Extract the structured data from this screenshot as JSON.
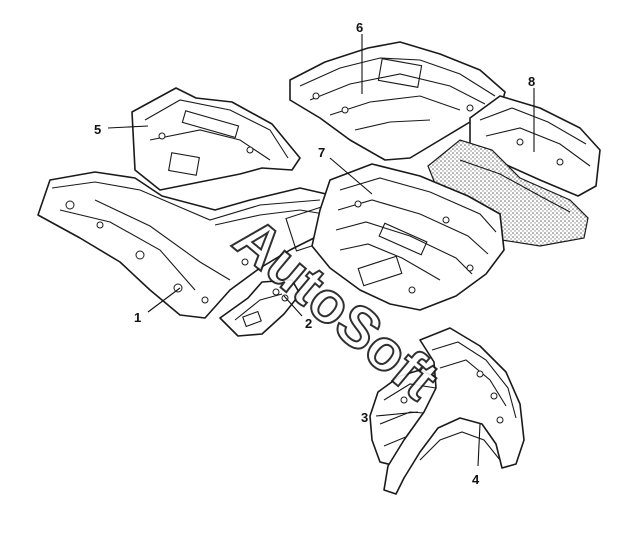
{
  "callouts": [
    {
      "id": "1",
      "label": "1"
    },
    {
      "id": "2",
      "label": "2"
    },
    {
      "id": "3",
      "label": "3"
    },
    {
      "id": "4",
      "label": "4"
    },
    {
      "id": "5",
      "label": "5"
    },
    {
      "id": "6",
      "label": "6"
    },
    {
      "id": "7",
      "label": "7"
    },
    {
      "id": "8",
      "label": "8"
    }
  ],
  "watermark": {
    "text": "AutoSoft"
  },
  "colors": {
    "line": "#1a1a1a",
    "background": "#ffffff",
    "shading": "#888888"
  }
}
